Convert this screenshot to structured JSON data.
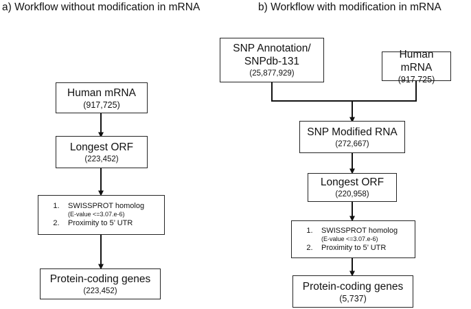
{
  "panel_a": {
    "title": "a) Workflow without modification in mRNA",
    "boxes": [
      {
        "label": "Human mRNA",
        "count": "(917,725)"
      },
      {
        "label": "Longest ORF",
        "count": "(223,452)"
      },
      {
        "label": "Protein-coding genes",
        "count": "(223,452)"
      }
    ],
    "criteria": [
      {
        "num": "1.",
        "text": "SWISSPROT homolog",
        "sub": "(E-value <=3.07.e-6)"
      },
      {
        "num": "2.",
        "text": "Proximity to 5’ UTR"
      }
    ]
  },
  "panel_b": {
    "title": "b) Workflow with modification in mRNA",
    "snp_box": {
      "line1": "SNP Annotation/",
      "line2": "SNPdb-131",
      "count": "(25,877,929)"
    },
    "mrna_box": {
      "label": "Human mRNA",
      "count": "(917,725)"
    },
    "boxes": [
      {
        "label": "SNP Modified RNA",
        "count": "(272,667)"
      },
      {
        "label": "Longest ORF",
        "count": "(220,958)"
      },
      {
        "label": "Protein-coding genes",
        "count": "(5,737)"
      }
    ],
    "criteria": [
      {
        "num": "1.",
        "text": "SWISSPROT homolog",
        "sub": "(E-value <=3.07.e-6)"
      },
      {
        "num": "2.",
        "text": "Proximity to 5’ UTR"
      }
    ]
  }
}
